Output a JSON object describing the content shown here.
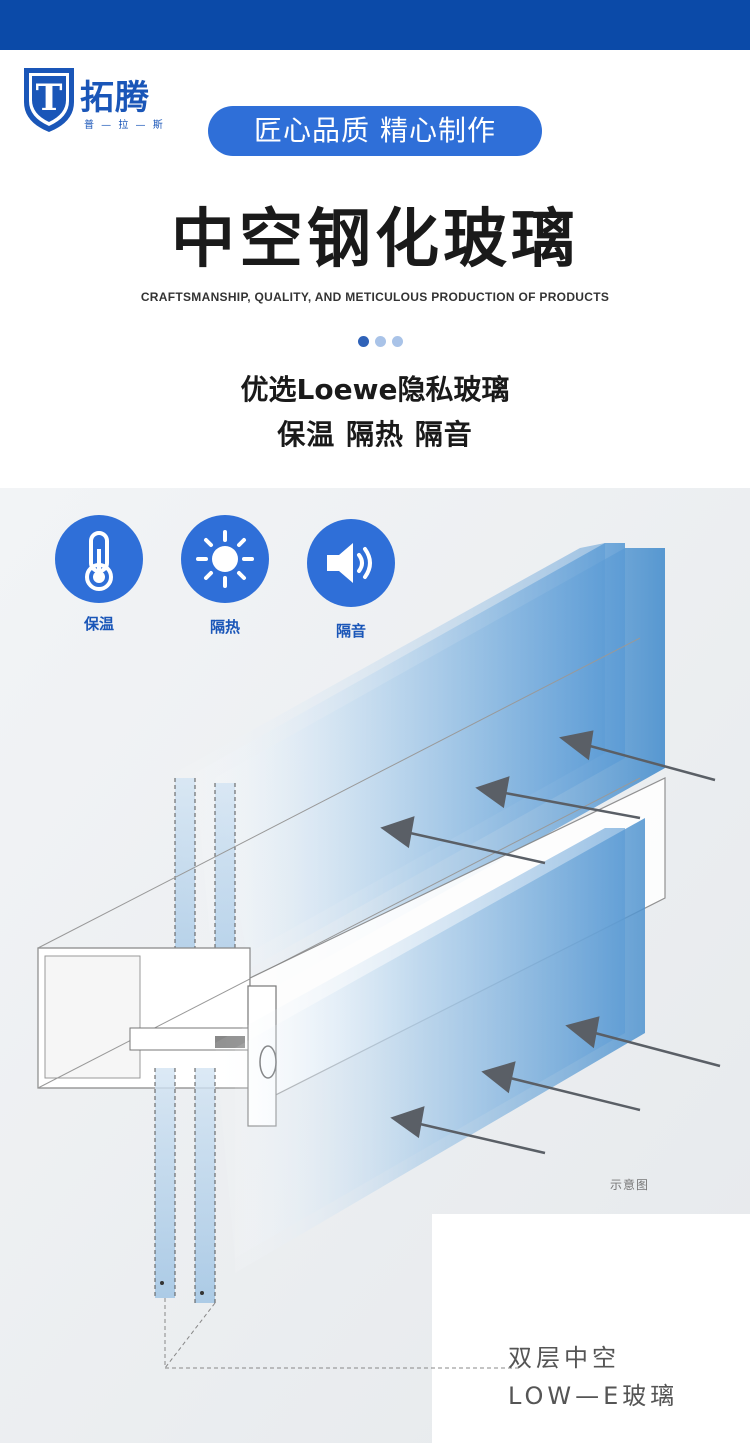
{
  "brand": {
    "name": "拓腾",
    "sub": "普 — 拉 — 斯",
    "logo_letter": "T",
    "color": "#1a56b8"
  },
  "banner": {
    "color": "#0b4aa8"
  },
  "pill": {
    "label": "匠心品质 精心制作",
    "color": "#2f6fd8"
  },
  "title": "中空钢化玻璃",
  "subtitle_en": "CRAFTSMANSHIP, QUALITY, AND METICULOUS PRODUCTION OF PRODUCTS",
  "carousel": {
    "count": 3,
    "active_index": 0
  },
  "feature": {
    "line1": "优选Loewe隐私玻璃",
    "line2": "保温 隔热 隔音"
  },
  "icons": [
    {
      "name": "thermometer-icon",
      "label": "保温"
    },
    {
      "name": "sun-icon",
      "label": "隔热"
    },
    {
      "name": "speaker-icon",
      "label": "隔音"
    }
  ],
  "illustration": {
    "note": "示意图",
    "caption_line1": "双层中空",
    "caption_line2": "LOW—E玻璃"
  }
}
